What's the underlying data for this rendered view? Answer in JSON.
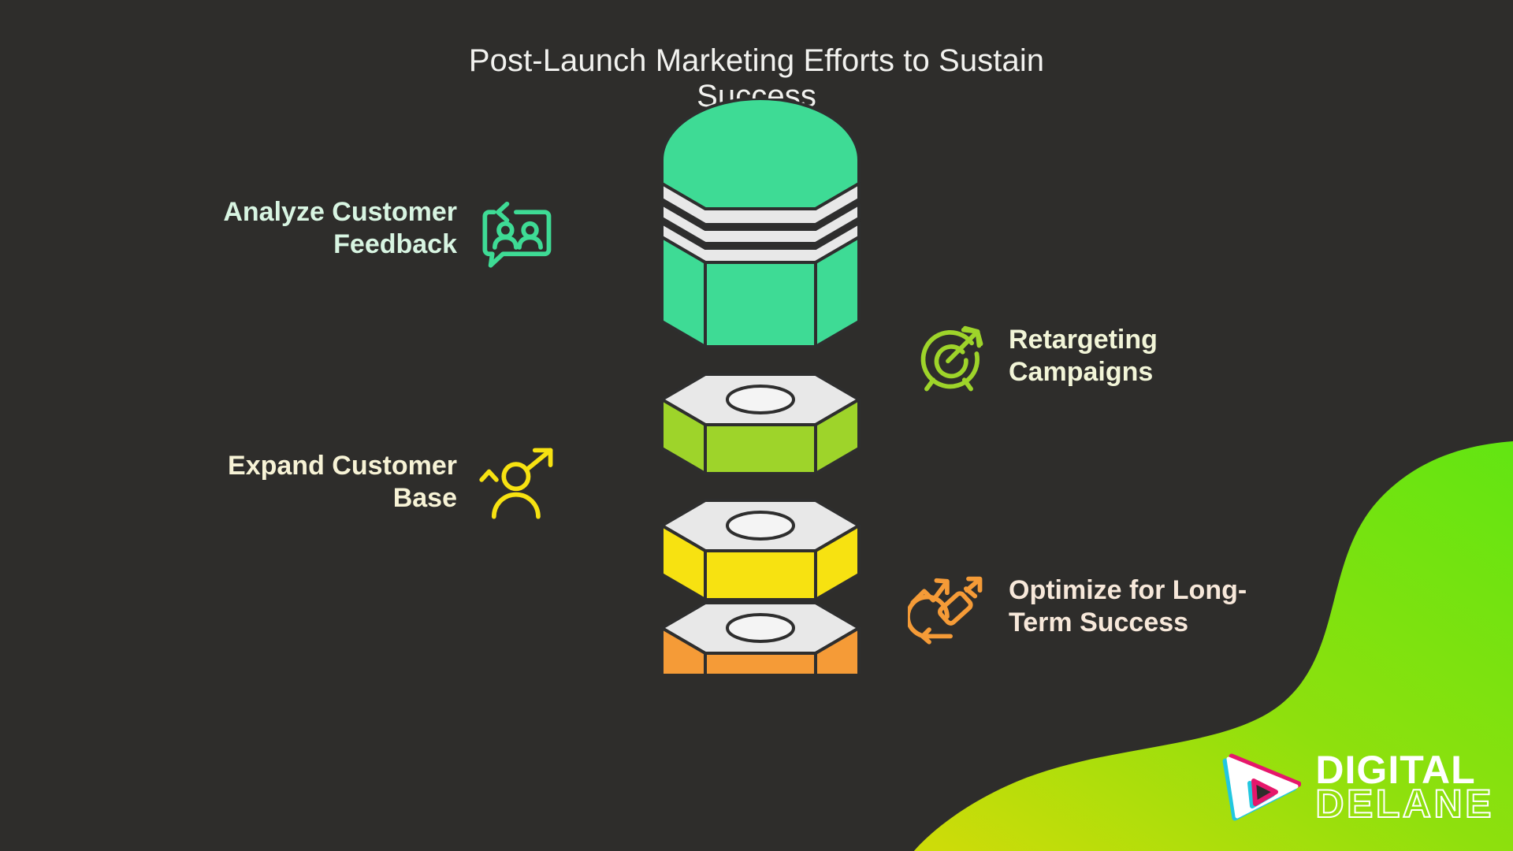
{
  "title": "Post-Launch Marketing Efforts to\nSustain Success",
  "colors": {
    "background": "#2e2d2b",
    "title_text": "#f2f2ef",
    "outline": "#2e2e2e",
    "tier_white": "#e8e8e8",
    "tier_green": "#3edb95",
    "tier_lime": "#9ed42a",
    "tier_yellow": "#f7e211",
    "tier_orange": "#f59b37",
    "blob_green_top": "#62e512",
    "blob_green_bottom": "#cadb0e",
    "logo_white": "#ffffff",
    "logo_cyan": "#22c7e0",
    "logo_magenta": "#e6176b"
  },
  "steps": [
    {
      "label": "Analyze Customer\nFeedback",
      "icon": "customer-feedback-icon",
      "color": "#d8f5e2",
      "icon_color": "#3edb95",
      "side": "left",
      "tier": "green"
    },
    {
      "label": "Retargeting\nCampaigns",
      "icon": "target-arrow-icon",
      "color": "#f2f5d8",
      "icon_color": "#9ed42a",
      "side": "right",
      "tier": "lime"
    },
    {
      "label": "Expand Customer\nBase",
      "icon": "user-growth-icon",
      "color": "#f7f3d6",
      "icon_color": "#f7e211",
      "side": "left",
      "tier": "yellow"
    },
    {
      "label": "Optimize for Long-\nTerm Success",
      "icon": "microscope-trend-icon",
      "color": "#f7e8da",
      "icon_color": "#f59b37",
      "side": "right",
      "tier": "orange"
    }
  ],
  "logo": {
    "line1": "DIGITAL",
    "line2": "DELANE",
    "mark": "play-triangle-icon"
  }
}
